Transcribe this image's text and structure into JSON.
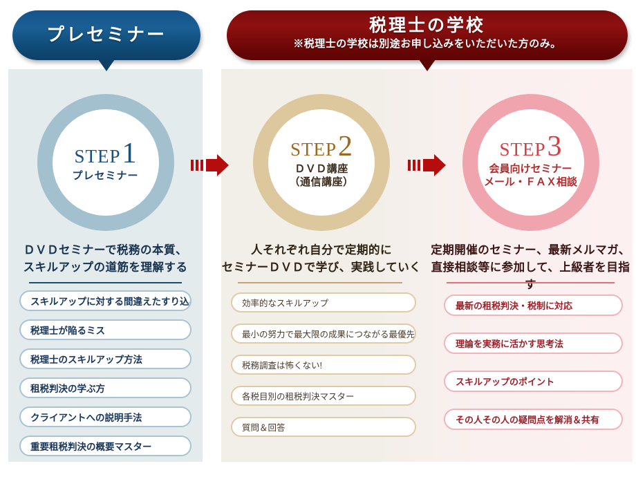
{
  "banners": {
    "pre_seminar": {
      "title": "プレセミナー",
      "color": "#0d4068"
    },
    "school": {
      "title": "税理士の学校",
      "subtitle": "※税理士の学校は別途お申し込みをいただいた方のみ。",
      "color": "#5c0404"
    }
  },
  "arrows": {
    "icon": "right-arrow-icon",
    "color": "#b50d0d",
    "count": 2
  },
  "columns": [
    {
      "id": "step1",
      "panel_color": "#e4ebed",
      "ring_color": "#a3c0ce",
      "accent_color": "#1c4f79",
      "step_word": "STEP",
      "step_number": "1",
      "circle_sub": [
        "プレセミナー"
      ],
      "lead": [
        "ＤＶＤセミナーで税務の本質、",
        "スキルアップの道筋を理解する"
      ],
      "items": [
        "スキルアップに対する間違えたすり込み",
        "税理士が陥るミス",
        "税理士のスキルアップ方法",
        "租税判決の学ぶ方",
        "クライアントへの説明手法",
        "重要租税判決の概要マスター"
      ]
    },
    {
      "id": "step2",
      "panel_color": "#f2efe9",
      "ring_color": "#ddc79d",
      "accent_color": "#9a6a24",
      "step_word": "STEP",
      "step_number": "2",
      "circle_sub": [
        "ＤＶＤ講座",
        "（通信講座）"
      ],
      "lead": [
        "人それぞれ自分で定期的に",
        "セミナーＤＶＤで学び、実践していく"
      ],
      "items": [
        "効率的なスキルアップ",
        "最小の努力で最大限の成果につながる最優先事項",
        "税務調査は怖くない!",
        "各税目別の租税判決マスター",
        "質問＆回答"
      ]
    },
    {
      "id": "step3",
      "panel_color": "#fcf1f0",
      "ring_color": "#f0a4ae",
      "accent_color": "#d33f45",
      "step_word": "STEP",
      "step_number": "3",
      "circle_sub": [
        "会員向けセミナー",
        "メール・ＦＡＸ相談"
      ],
      "lead": [
        "定期開催のセミナー、最新メルマガ、",
        "直接相談等に参加して、上級者を目指す"
      ],
      "items": [
        "最新の租税判決・税制に対応",
        "理論を実務に活かす思考法",
        "スキルアップのポイント",
        "その人その人の疑問点を解消＆共有"
      ]
    }
  ]
}
